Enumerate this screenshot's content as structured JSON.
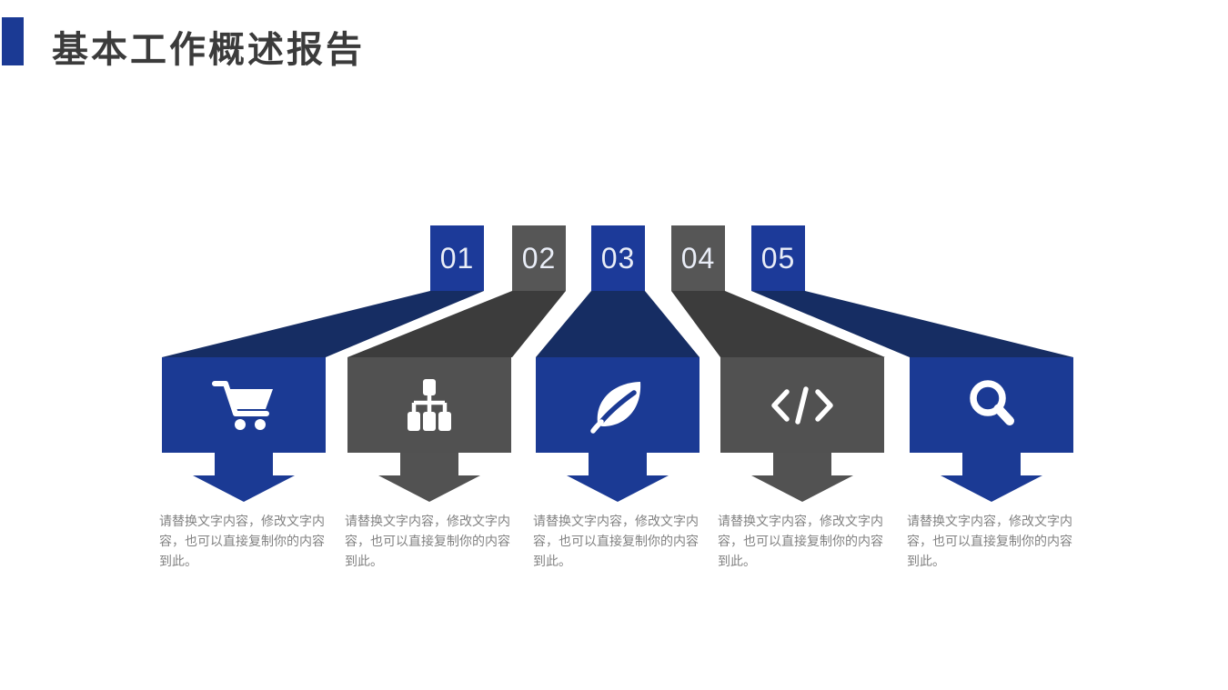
{
  "slide": {
    "title": "基本工作概述报告"
  },
  "colors": {
    "accent_blue": "#1b3a94",
    "funnel_blue": "#162d63",
    "accent_gray": "#555555",
    "funnel_gray": "#3c3c3c",
    "title_text": "#3b3b3b",
    "body_text": "#828282",
    "number_text": "#e9edf7",
    "icon_color": "#ffffff"
  },
  "items": [
    {
      "number": "01",
      "theme": "blue",
      "icon": "shopping-cart-icon",
      "description": "请替换文字内容，修改文字内容，也可以直接复制你的内容到此。"
    },
    {
      "number": "02",
      "theme": "gray",
      "icon": "sitemap-icon",
      "description": "请替换文字内容，修改文字内容，也可以直接复制你的内容到此。"
    },
    {
      "number": "03",
      "theme": "blue",
      "icon": "leaf-icon",
      "description": "请替换文字内容，修改文字内容，也可以直接复制你的内容到此。"
    },
    {
      "number": "04",
      "theme": "gray",
      "icon": "code-icon",
      "description": "请替换文字内容，修改文字内容，也可以直接复制你的内容到此。"
    },
    {
      "number": "05",
      "theme": "blue",
      "icon": "search-icon",
      "description": "请替换文字内容，修改文字内容，也可以直接复制你的内容到此。"
    }
  ]
}
